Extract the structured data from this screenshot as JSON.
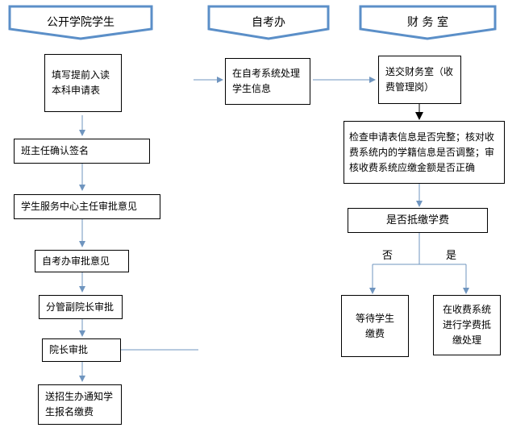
{
  "headers": {
    "college": "公开学院学生",
    "exam_office": "自考办",
    "finance": "财 务 室"
  },
  "steps": {
    "fill_form": "填写提前入读本科申请表",
    "teacher_sign": "班主任确认签名",
    "service_center": "学生服务中心主任审批意见",
    "exam_office_approve": "自考办审批意见",
    "vice_president": "分管副院长审批",
    "president": "院长审批",
    "notify_student": "送招生办通知学生报名缴费",
    "exam_system": "在自考系统处理学生信息",
    "send_finance": "送交财务室（收费管理岗）",
    "check_info": "检查申请表信息是否完整；核对收费系统内的学籍信息是否调整；审核收费系统应缴金额是否正确",
    "decision": "是否抵缴学费",
    "wait_payment": "等待学生缴费",
    "offset_process": "在收费系统进行学费抵缴处理"
  },
  "branch_labels": {
    "no": "否",
    "yes": "是"
  },
  "colors": {
    "header_border": "#5b8fc8",
    "connector": "#6f95bf",
    "black_arrow": "#000000"
  }
}
